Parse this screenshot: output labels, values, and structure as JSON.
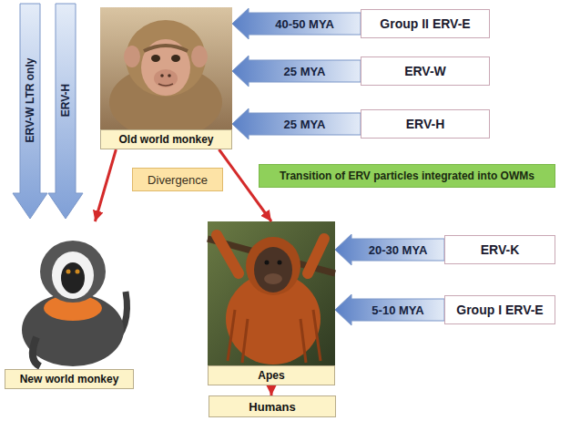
{
  "diagram": {
    "nodes": [
      {
        "text": [
          "Old world monkey"
        ]
      },
      {
        "text": [
          "Group II ERV-E"
        ]
      },
      {
        "text": [
          "ERV-W"
        ]
      },
      {
        "text": [
          "ERV-H"
        ]
      },
      {
        "text": [
          "Divergence"
        ]
      },
      {
        "text": [
          "Transition of ERV particles integrated into OWMs"
        ]
      },
      {
        "text": [
          "New world monkey"
        ]
      },
      {
        "text": [
          "Apes"
        ]
      },
      {
        "text": [
          "ERV-K"
        ]
      },
      {
        "text": [
          "Group I ERV-E"
        ]
      },
      {
        "text": [
          "Humans"
        ]
      }
    ],
    "edges": [
      {
        "from": 1,
        "to": 0,
        "label": "40-50 MYA",
        "arrow": "to"
      },
      {
        "from": 2,
        "to": 0,
        "label": "25 MYA",
        "arrow": "to"
      },
      {
        "from": 3,
        "to": 0,
        "label": "25 MYA",
        "arrow": "to"
      },
      {
        "from": 0,
        "to": 6,
        "arrow": "to"
      },
      {
        "from": 0,
        "to": 7,
        "arrow": "to"
      },
      {
        "from": 8,
        "to": 7,
        "label": "20-30 MYA",
        "arrow": "to"
      },
      {
        "from": 9,
        "to": 7,
        "label": "5-10 MYA",
        "arrow": "to"
      },
      {
        "from": 7,
        "to": 10,
        "arrow": "to"
      }
    ],
    "labels": [
      "ERV-W LTR only",
      "ERV-H"
    ]
  }
}
